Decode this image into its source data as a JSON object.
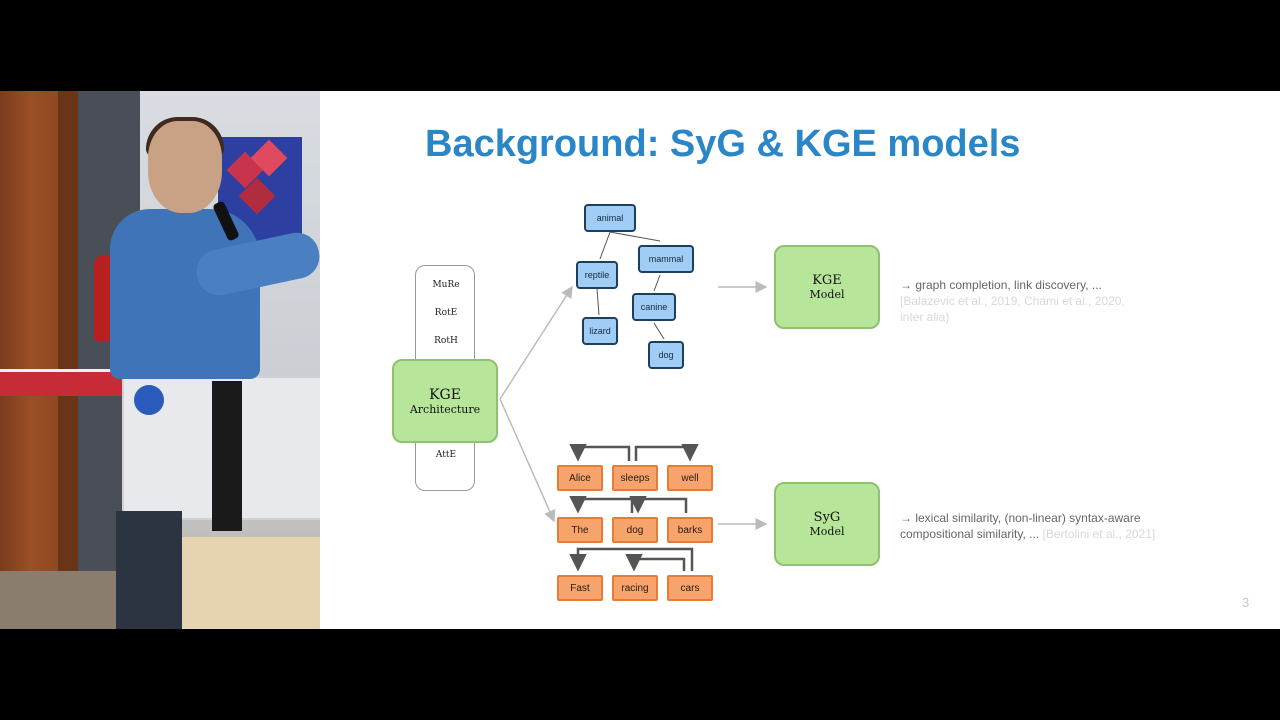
{
  "slide": {
    "title": "Background: SyG & KGE models",
    "page_number": "3",
    "architecture": {
      "models": [
        "MuRe",
        "RotE",
        "RotH"
      ],
      "last_model": "AttE",
      "box_line1": "KGE",
      "box_line2": "Architecture"
    },
    "kge_tree": {
      "nodes": [
        "animal",
        "reptile",
        "mammal",
        "lizard",
        "canine",
        "dog"
      ]
    },
    "kge_model": {
      "line1": "KGE",
      "line2": "Model"
    },
    "kge_result": {
      "text_line1": "→ graph completion, link discovery, ...",
      "cite_line1": "[Balazevic et al., 2019, Chami et al., 2020,",
      "cite_line2": "inter alia)"
    },
    "sentences": [
      [
        "Alice",
        "sleeps",
        "well"
      ],
      [
        "The",
        "dog",
        "barks"
      ],
      [
        "Fast",
        "racing",
        "cars"
      ]
    ],
    "syg_model": {
      "line1": "SyG",
      "line2": "Model"
    },
    "syg_result": {
      "text_line1": "→ lexical similarity, (non-linear) syntax-aware",
      "text_line2": "compositional similarity, ...",
      "cite": "[Bertolini et al., 2021]"
    }
  },
  "colors": {
    "title": "#2a86c6",
    "model_fill": "#b7e59a",
    "tree_node_fill": "#9fcdf5",
    "token_fill": "#f6a46c"
  }
}
